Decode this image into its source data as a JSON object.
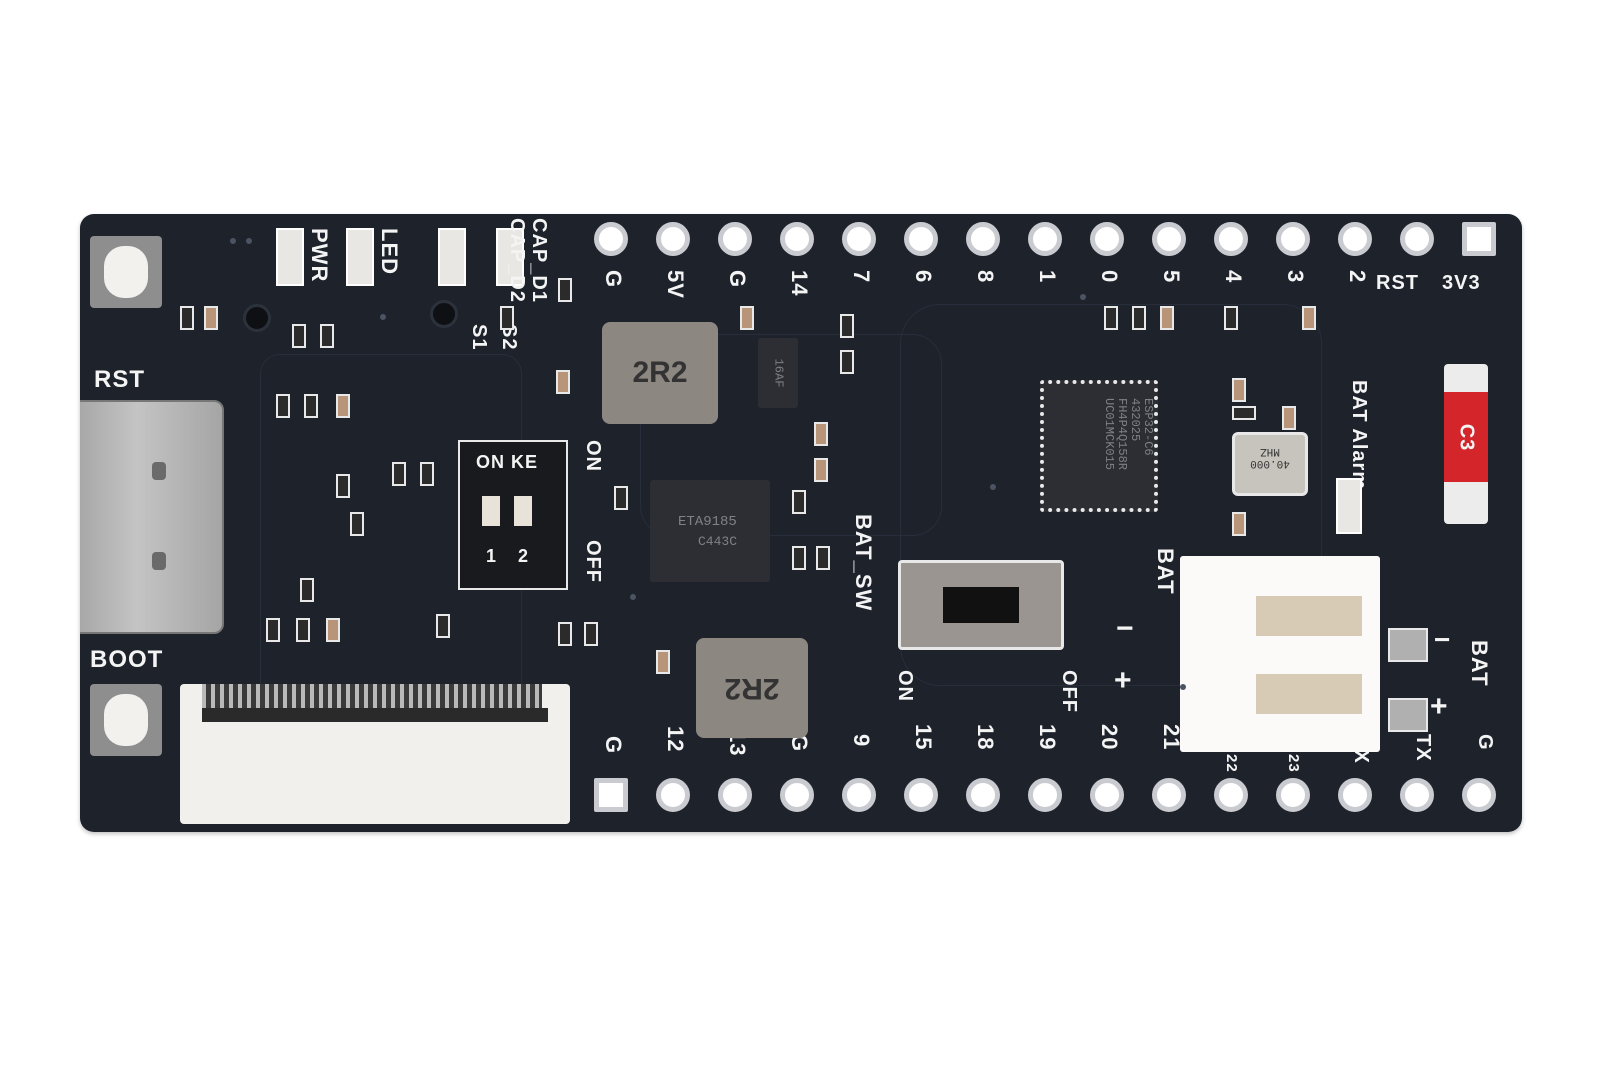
{
  "image": {
    "subject": "ESP32-C6 development board (top view, product photo)",
    "background_color": "#ffffff",
    "pcb_color": "#1d222b",
    "silkscreen_color": "#f4f4f4"
  },
  "header_top": {
    "pins": [
      "G",
      "5V",
      "G",
      "14",
      "7",
      "6",
      "8",
      "1",
      "0",
      "5",
      "4",
      "3",
      "2",
      "RST",
      "3V3"
    ]
  },
  "header_bottom": {
    "pins": [
      "G",
      "12",
      "13",
      "G",
      "9",
      "15",
      "18",
      "19",
      "20",
      "21",
      "22",
      "23",
      "RX",
      "TX",
      "G"
    ]
  },
  "buttons": {
    "rst_label": "RST",
    "boot_label": "BOOT"
  },
  "leds": {
    "pwr": "PWR",
    "led": "LED",
    "cap_d1": "CAP_D1",
    "cap_d2": "CAP_D2",
    "bat_alarm": "BAT Alarm"
  },
  "dip_switch": {
    "brand": "ON KE",
    "positions": [
      "1",
      "2"
    ],
    "s1": "S1",
    "s2": "S2",
    "on": "ON",
    "off": "OFF"
  },
  "inductors": [
    "2R2",
    "2R2"
  ],
  "chips": {
    "mcu": [
      "ESP32-C6",
      "432025",
      "FH4P4Q158R",
      "UC01MCK015"
    ],
    "pmic": [
      "ETA9185",
      "C443C"
    ],
    "sot": "16AF",
    "crystal": [
      "40.000",
      "MHZ"
    ]
  },
  "slide_switch": {
    "label": "BAT_SW",
    "on": "ON",
    "off": "OFF"
  },
  "battery": {
    "label": "BAT",
    "minus": "−",
    "plus": "+",
    "pad_label": "BAT",
    "pad_minus": "−",
    "pad_plus": "+"
  },
  "fuse": {
    "label": "C3",
    "color": "#d4252b"
  }
}
